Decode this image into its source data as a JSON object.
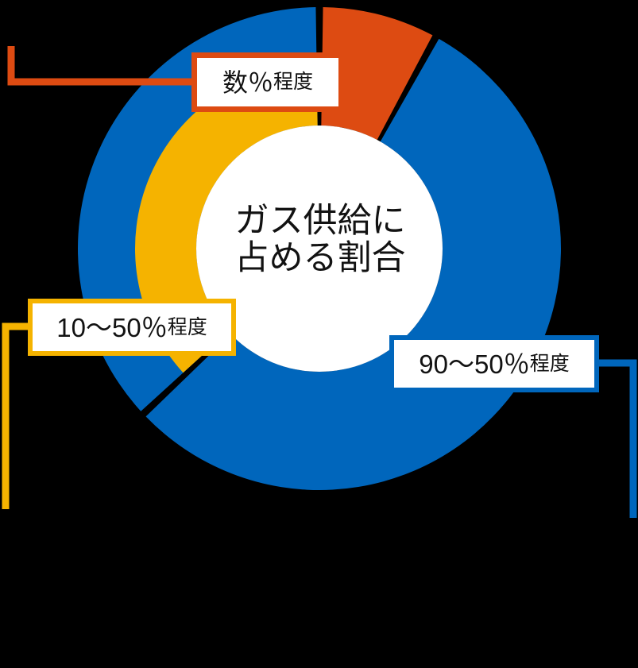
{
  "figure": {
    "center_label": {
      "line1": "ガス供給に",
      "line2": "占める割合"
    },
    "background_color": "#000000"
  },
  "callouts": {
    "top": {
      "text_main": "数％",
      "text_suffix": "程度",
      "full": "数％程度",
      "border_color": "#DD4B12",
      "background": "#FFFFFF"
    },
    "left": {
      "text_main": "10〜50％",
      "text_suffix": "程度",
      "full": "10〜50％程度",
      "border_color": "#F5B300",
      "background": "#FFFFFF"
    },
    "right": {
      "text_main": "90〜50％",
      "text_suffix": "程度",
      "full": "90〜50％程度",
      "border_color": "#0066BC",
      "background": "#FFFFFF"
    }
  },
  "chart_data": {
    "type": "pie",
    "title": "ガス供給に占める割合",
    "subtitle": "",
    "xlabel": "",
    "ylabel": "",
    "legend_position": "callouts",
    "grid": false,
    "donut": true,
    "center_x": 402,
    "center_y": 313,
    "outer_radius": 304,
    "inner_radius": 155,
    "ring_split_radius": 232,
    "gap_color": "#000000",
    "categories": [
      "90〜50％程度",
      "数％程度",
      "10〜50％程度"
    ],
    "values": [
      55,
      8,
      37
    ],
    "labels": [
      "90〜50％程度",
      "数％程度",
      "10〜50％程度"
    ],
    "colors": [
      "#0066BC",
      "#DD4B12",
      "#F5B300"
    ],
    "series": [
      {
        "name": "ガス供給に占める割合",
        "values": [
          55,
          8,
          37
        ]
      }
    ],
    "annotations": [
      {
        "text": "数％程度",
        "color": "#DD4B12",
        "anchor": "top"
      },
      {
        "text": "10〜50％程度",
        "color": "#F5B300",
        "anchor": "left"
      },
      {
        "text": "90〜50％程度",
        "color": "#0066BC",
        "anchor": "right"
      }
    ]
  }
}
